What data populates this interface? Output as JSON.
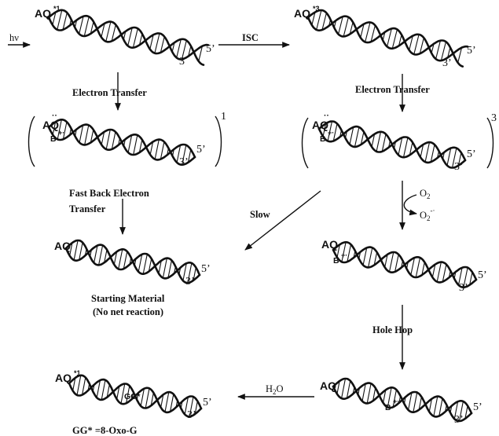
{
  "steps": {
    "hv": "hν",
    "isc": "ISC",
    "et_left": "Electron Transfer",
    "et_right": "Electron Transfer",
    "fast_back_1": "Fast Back Electron",
    "fast_back_2": "Transfer",
    "slow": "Slow",
    "oxygen": "O",
    "oxygen_sub": "2",
    "superoxide": "O",
    "superoxide_sub": "2",
    "superoxide_sup": "-·",
    "hole_hop": "Hole Hop",
    "water": "H",
    "water_sub": "2",
    "water_tail": "O"
  },
  "molecules": {
    "aq": "AQ",
    "singlet_sup": "*1",
    "triplet_sup": "*3",
    "radical_anion": "··",
    "base": "B",
    "radical_cation": "+·",
    "gg": "GG*",
    "three_prime": "3’",
    "three_plain": "3",
    "five_prime": "5’",
    "bracket_singlet": "1",
    "bracket_triplet": "3"
  },
  "outcomes": {
    "starting_1": "Starting Material",
    "starting_2": "(No net reaction)",
    "gg_def": "GG* =8-Oxo-G"
  }
}
